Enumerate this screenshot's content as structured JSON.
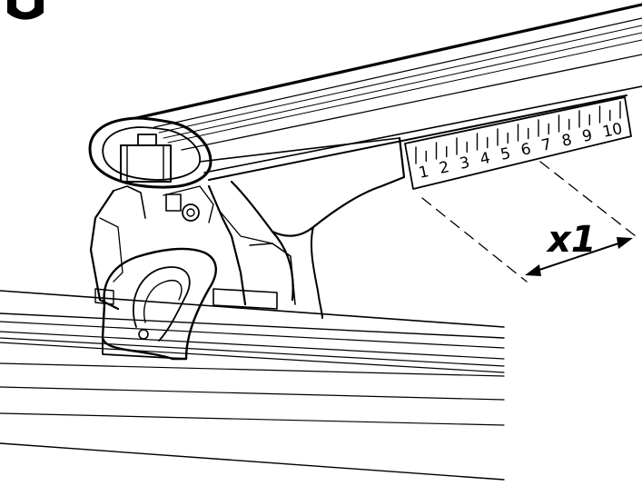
{
  "diagram": {
    "scale_labels": [
      "1",
      "2",
      "3",
      "4",
      "5",
      "6",
      "7",
      "8",
      "9",
      "10"
    ],
    "measurement_label": "x1"
  }
}
